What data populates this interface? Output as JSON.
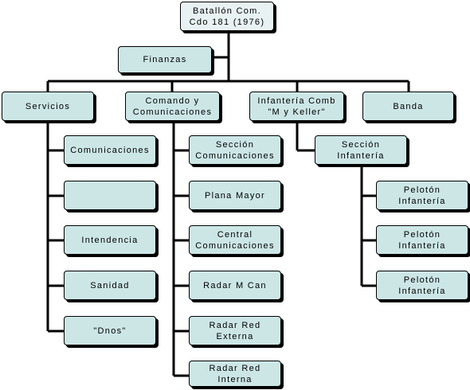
{
  "org_chart": {
    "root": "Batallón Com.\nCdo 181 (1976)",
    "staff": "Finanzas",
    "branches": {
      "servicios": {
        "label": "Servicios",
        "children": [
          "Comunicaciones",
          "",
          "Intendencia",
          "Sanidad",
          "\"Dnos\""
        ]
      },
      "comando": {
        "label": "Comando y\nComunicaciones",
        "children": [
          "Sección\nComunicaciones",
          "Plana Mayor",
          "Central\nComunicaciones",
          "Radar M Can",
          "Radar Red\nExterna",
          "Radar Red\nInterna"
        ]
      },
      "infanteria": {
        "label": "Infantería Comb\n\"M y Keller\"",
        "section": "Sección\nInfantería",
        "platoons": [
          "Pelotón\nInfantería",
          "Pelotón\nInfantería",
          "Pelotón\nInfantería"
        ]
      },
      "banda": {
        "label": "Banda"
      }
    }
  },
  "colors": {
    "node_fill": "#cce6e6",
    "root_fill": "#e8f2f2",
    "line": "#000000"
  }
}
